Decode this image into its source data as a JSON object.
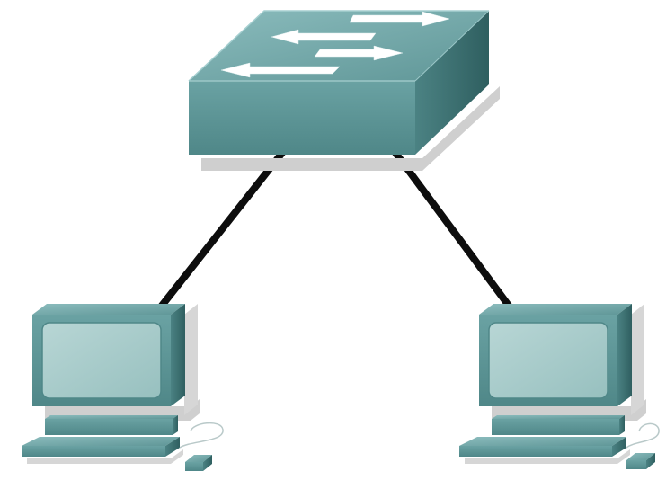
{
  "diagram": {
    "nodes": [
      {
        "id": "switch",
        "kind": "switch",
        "icon": "network-switch-icon"
      },
      {
        "id": "pc-left",
        "kind": "workstation",
        "icon": "desktop-computer-icon"
      },
      {
        "id": "pc-right",
        "kind": "workstation",
        "icon": "desktop-computer-icon"
      }
    ],
    "links": [
      {
        "from": "switch",
        "to": "pc-left"
      },
      {
        "from": "switch",
        "to": "pc-right"
      }
    ]
  },
  "colors": {
    "device_top": "#75aaab",
    "device_front": "#5d9596",
    "device_side": "#3f7374",
    "screen": "#a9cccb",
    "arrows": "#ffffff",
    "shadow": "#cfcfcf",
    "cable": "#0d0d0d"
  }
}
